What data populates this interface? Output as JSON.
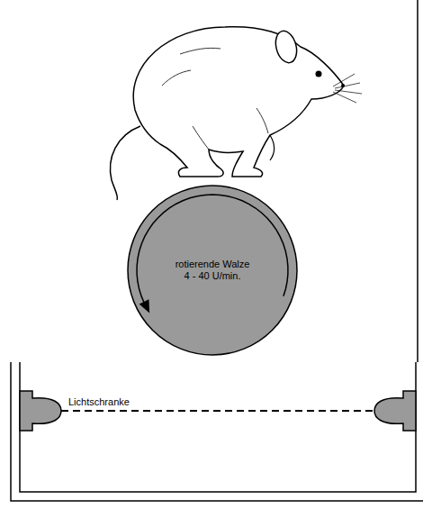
{
  "diagram": {
    "nodes": [
      {
        "text": [
          "rotierende Walze",
          "4 - 40 U/min."
        ]
      }
    ],
    "labels": [
      "Lichtschranke"
    ]
  }
}
